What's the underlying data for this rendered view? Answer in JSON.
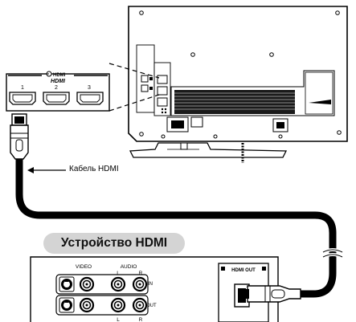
{
  "hdmi_panel": {
    "header": "HDMI",
    "logo": "HDMI",
    "ports": [
      "1",
      "2",
      "3"
    ]
  },
  "cable_label": "Кабель HDMI",
  "device": {
    "title": "Устройство HDMI",
    "video_label": "VIDEO",
    "audio_label": "AUDIO",
    "left_label": "L",
    "right_label": "R",
    "in_label": "IN",
    "out_label": "OUT",
    "hdmi_out_label": "HDMI OUT"
  },
  "icons": [
    "hdmi-input-icon",
    "tv-rear-view",
    "hdmi-plug-icon",
    "cable-break-icon"
  ]
}
